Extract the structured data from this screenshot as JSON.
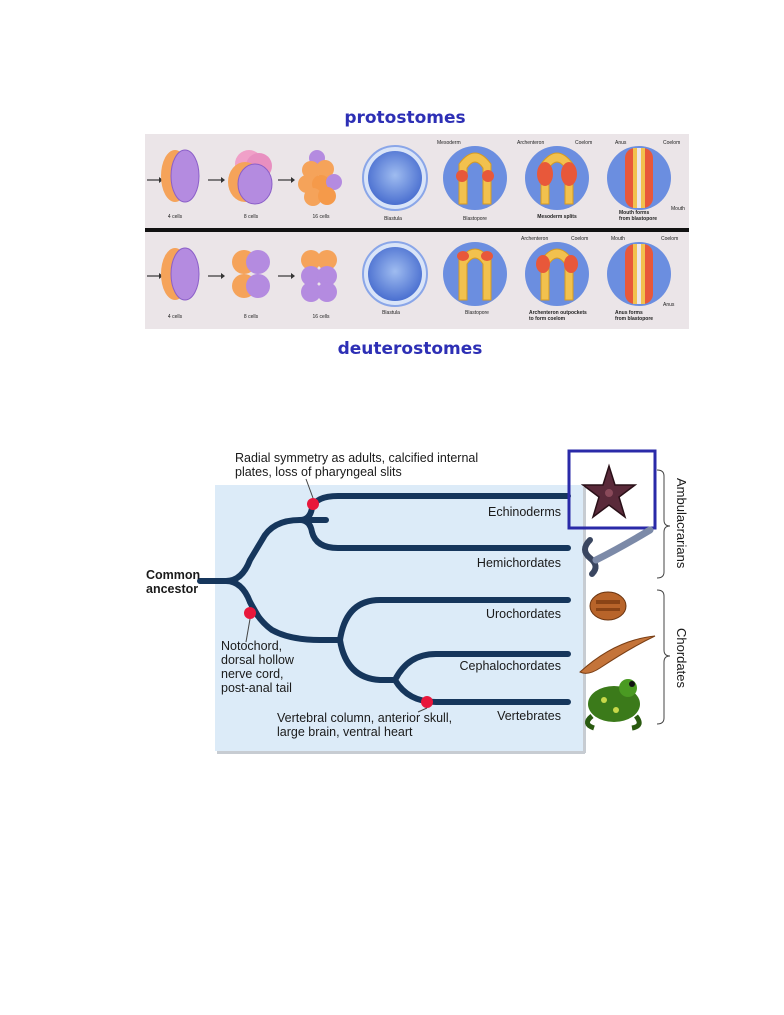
{
  "embryo_figure": {
    "top_title": "protostomes",
    "bottom_title": "deuterostomes",
    "protostome_row": {
      "stage_labels": [
        "4 cells",
        "8 cells",
        "16 cells",
        "Blastula",
        "Blastopore",
        "Mesoderm splits",
        "Mouth forms",
        "from blastopore"
      ],
      "callouts": [
        "Mesoderm",
        "Archenteron",
        "Coelom",
        "Anus",
        "Coelom",
        "Mouth"
      ]
    },
    "deuterostome_row": {
      "stage_labels": [
        "4 cells",
        "8 cells",
        "16 cells",
        "Blastula",
        "Blastopore",
        "Archenteron outpockets",
        "to form coelom",
        "Anus forms",
        "from blastopore"
      ],
      "callouts": [
        "Archenteron",
        "Coelom",
        "Mouth",
        "Coelom",
        "Anus"
      ]
    }
  },
  "phylogeny": {
    "root_label_line1": "Common",
    "root_label_line2": "ancestor",
    "top_note_line1": "Radial symmetry as adults, calcified internal",
    "top_note_line2": "plates, loss of pharyngeal slits",
    "chordate_note": [
      "Notochord,",
      "dorsal hollow",
      "nerve cord,",
      "post-anal tail"
    ],
    "vertebrate_note_line1": "Vertebral column, anterior skull,",
    "vertebrate_note_line2": "large brain, ventral heart",
    "taxa": [
      "Echinoderms",
      "Hemichordates",
      "Urochordates",
      "Cephalochordates",
      "Vertebrates"
    ],
    "group_ambulacrarians": "Ambulacrarians",
    "group_chordates": "Chordates",
    "colors": {
      "branch": "#16365c",
      "node": "#e8173b",
      "panel": "#dcebf8",
      "highlight": "#2a2aa8"
    }
  }
}
